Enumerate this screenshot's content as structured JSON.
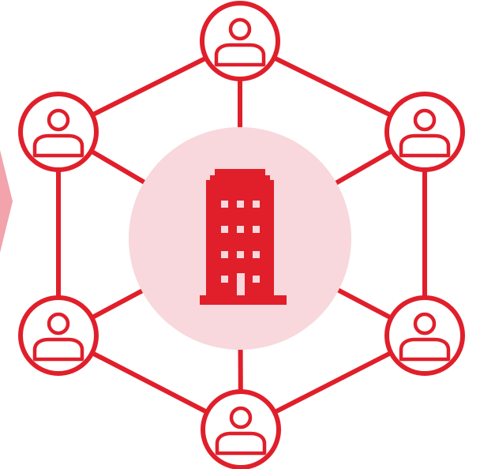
{
  "diagram": {
    "hub": {
      "icon": "building-icon"
    },
    "nodes": [
      {
        "id": "top",
        "icon": "person-icon"
      },
      {
        "id": "upper-right",
        "icon": "person-icon"
      },
      {
        "id": "lower-right",
        "icon": "person-icon"
      },
      {
        "id": "bottom",
        "icon": "person-icon"
      },
      {
        "id": "lower-left",
        "icon": "person-icon"
      },
      {
        "id": "upper-left",
        "icon": "person-icon"
      }
    ],
    "edge_arrow": {
      "icon": "chevron-right-icon"
    }
  },
  "colors": {
    "accent": "#E01F2B",
    "hub_fill": "#F8D8DC",
    "arrow_fill": "#F2A3AC",
    "background": "#FFFFFF"
  }
}
